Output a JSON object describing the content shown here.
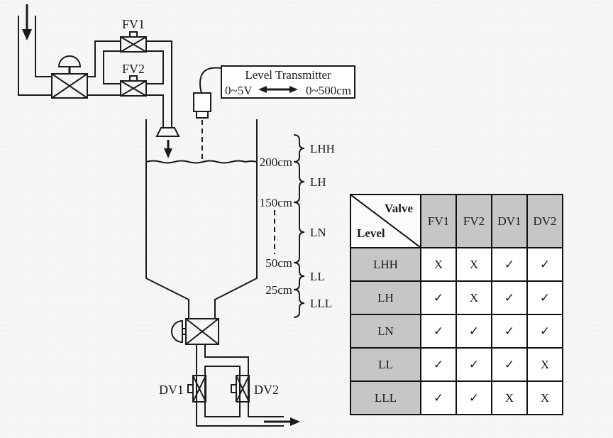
{
  "colors": {
    "ink": "#1b1b1b",
    "table_header_bg": "#c4c7c4",
    "background": "#f6f6f4"
  },
  "diagram": {
    "valve_labels": {
      "fv1": "FV1",
      "fv2": "FV2",
      "dv1": "DV1",
      "dv2": "DV2"
    },
    "transmitter_box": {
      "title": "Level Transmitter",
      "voltage_range": "0~5V",
      "level_range": "0~500cm"
    },
    "level_scale": {
      "marks": [
        "200cm",
        "150cm",
        "50cm",
        "25cm"
      ],
      "zones": [
        "LHH",
        "LH",
        "LN",
        "LL",
        "LLL"
      ]
    },
    "icons": {
      "inlet-flow-arrow": "down-arrow",
      "tank-inflow-arrow": "down-arrow",
      "outflow-arrow": "right-arrow",
      "range-double-arrow": "left-right-arrow"
    }
  },
  "table": {
    "corner": {
      "top": "Valve",
      "bottom": "Level"
    },
    "columns": [
      "FV1",
      "FV2",
      "DV1",
      "DV2"
    ],
    "rows": [
      {
        "level": "LHH",
        "values": [
          "X",
          "X",
          "✓",
          "✓"
        ]
      },
      {
        "level": "LH",
        "values": [
          "✓",
          "X",
          "✓",
          "✓"
        ]
      },
      {
        "level": "LN",
        "values": [
          "✓",
          "✓",
          "✓",
          "✓"
        ]
      },
      {
        "level": "LL",
        "values": [
          "✓",
          "✓",
          "✓",
          "X"
        ]
      },
      {
        "level": "LLL",
        "values": [
          "✓",
          "✓",
          "X",
          "X"
        ]
      }
    ]
  }
}
